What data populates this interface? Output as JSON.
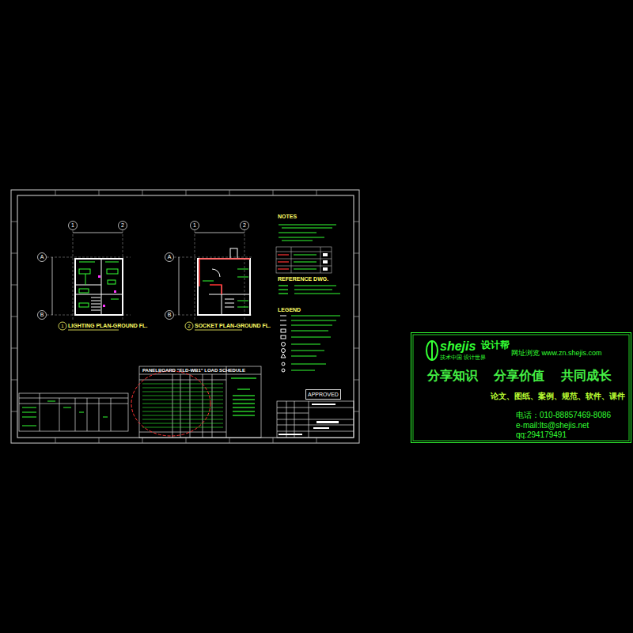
{
  "diagram": {
    "nodes": [
      {
        "text": [
          "APPROVED"
        ]
      },
      {
        "text": [
          "shejis",
          "设计帮",
          "技术中国 设计世界",
          "网址浏览 www.zn.shejis.com",
          "分享知识 分享价值 共同成长",
          "论文、图纸、案例、规范、软件、课件",
          "电话：010-88857469-8086",
          "e-mail:lts@shejis.net",
          "qq:294179491"
        ]
      }
    ],
    "edges": [],
    "labels": [
      "LIGHTING PLAN-GROUND FL.",
      "1",
      "SOCKET PLAN-GROUND FL.",
      "2",
      "NOTES",
      "REFERENCE DWG.",
      "LEGEND",
      "PANELBOARD \"ELD-WB1\" LOAD SCHEDULE",
      "1",
      "2",
      "A",
      "B",
      "1",
      "2",
      "A",
      "B"
    ]
  }
}
